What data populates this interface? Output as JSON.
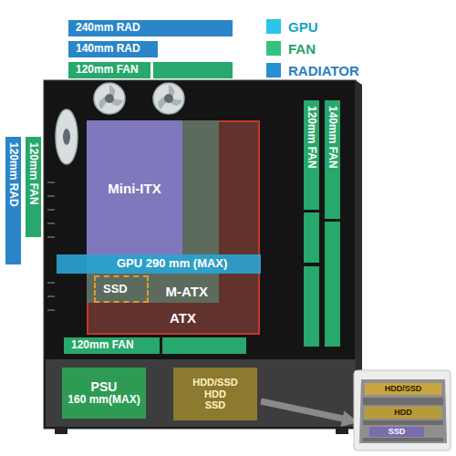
{
  "diagram": {
    "nodes": [
      {
        "text": [
          "240mm RAD"
        ]
      },
      {
        "text": [
          "140mm RAD"
        ]
      },
      {
        "text": [
          "120mm FAN"
        ]
      },
      {
        "text": [
          "120mm RAD"
        ]
      },
      {
        "text": [
          "120mm FAN"
        ]
      },
      {
        "text": [
          "120mm FAN"
        ]
      },
      {
        "text": [
          "140mm FAN"
        ]
      },
      {
        "text": [
          "ATX"
        ]
      },
      {
        "text": [
          "M-ATX"
        ],
        "in": 7
      },
      {
        "text": [
          "Mini-ITX"
        ],
        "in": 8
      },
      {
        "text": [
          "SSD"
        ],
        "in": 8
      },
      {
        "text": [
          "GPU 290 mm (MAX)"
        ]
      },
      {
        "text": [
          "120mm FAN"
        ]
      },
      {
        "text": [
          "PSU",
          "160 mm(MAX)"
        ]
      },
      {
        "text": [
          "HDD/SSD",
          "HDD",
          "SSD"
        ]
      },
      {
        "text": [
          "HDD/SSD"
        ]
      },
      {
        "text": [
          "HDD"
        ]
      },
      {
        "text": [
          "SSD"
        ]
      }
    ],
    "legend": [
      {
        "text": "GPU",
        "color": "#29c5e6"
      },
      {
        "text": "FAN",
        "color": "#34c27f"
      },
      {
        "text": "RADIATOR",
        "color": "#2a8fd0"
      }
    ]
  }
}
